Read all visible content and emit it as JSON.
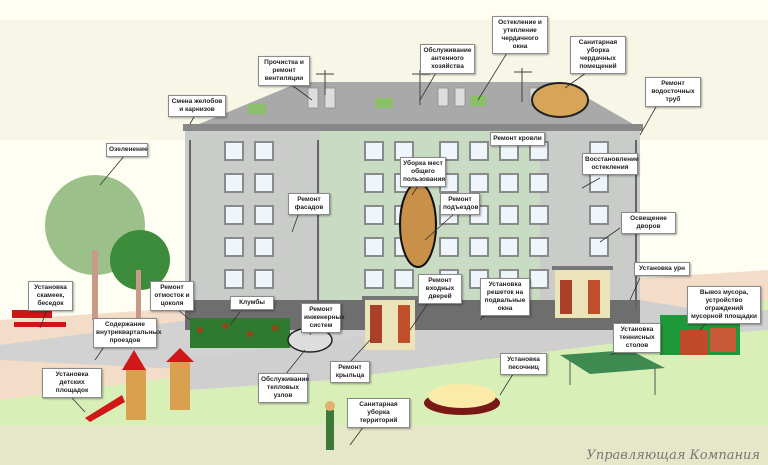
{
  "labels": {
    "ventilation": "Прочистка и ремонт вентиляции",
    "antenna": "Обслуживание антенного хозяйства",
    "attic_window": "Остекление и утепление чердачного окна",
    "attic_cleaning": "Санитарная уборка чердачных помещений",
    "drainpipes": "Ремонт водосточных труб",
    "gutters": "Смена желобов и карнизов",
    "roof": "Ремонт кровли",
    "glazing": "Восстановление остекления",
    "greening": "Озеленение",
    "facades": "Ремонт фасадов",
    "common_areas": "Уборка мест общего пользования",
    "entrances": "Ремонт подъездов",
    "lighting": "Освещение дворов",
    "bins": "Установка урн",
    "entry_doors": "Ремонт входных дверей",
    "basement_grates": "Установка решеток на подвальные окна",
    "garbage": "Вывоз мусора, устройство ограждений мусорной площадки",
    "benches": "Установка скамеек, беседок",
    "blind_area": "Ремонт отмосток и цоколя",
    "flowerbeds": "Клумбы",
    "engineering": "Ремонт инженерных систем",
    "driveways": "Содержание внутриквартальных проездов",
    "tennis": "Установка теннисных столов",
    "playgrounds": "Установка детских площадок",
    "heat_units": "Обслуживание тепловых узлов",
    "porch": "Ремонт крыльца",
    "sandboxes": "Установка песочниц",
    "territory_cleaning": "Санитарная уборка территорий"
  },
  "watermark": "Управляющая Компания"
}
